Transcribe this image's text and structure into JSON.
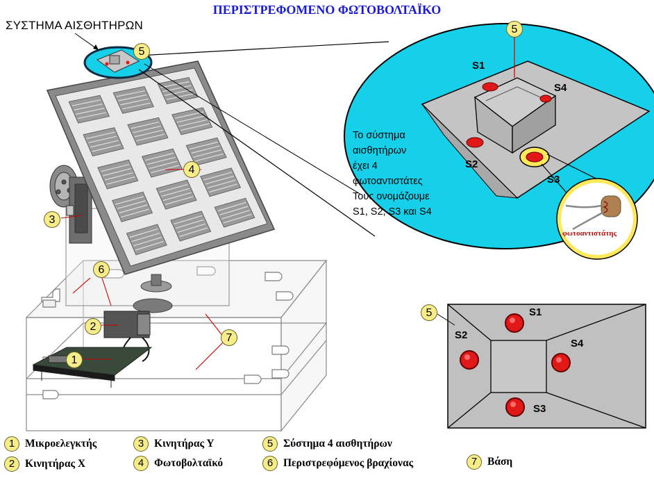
{
  "title": "ΠΕΡΙΣΤΡΕΦΟΜΕΝΟ ΦΩΤΟΒΟΛΤΑΪΚΟ",
  "sensor_system_title": "ΣΥΣΤΗΜΑ ΑΙΣΘΗΤΗΡΩΝ",
  "callouts": {
    "c1": "1",
    "c2": "2",
    "c3": "3",
    "c4": "4",
    "c5": "5",
    "c6": "6",
    "c7": "7"
  },
  "sensors": {
    "s1": "S1",
    "s2": "S2",
    "s3": "S3",
    "s4": "S4"
  },
  "description": [
    "Το σύστημα",
    "αισθητήρων",
    "έχει 4",
    "φωτοαντιστάτες",
    " Τους ονομάζουμε",
    "S1, S2, S3 και S4"
  ],
  "photoresistor_label": "φωτοαντιστάτης",
  "legend": [
    {
      "num": "1",
      "label": "Μικροελεγκτής"
    },
    {
      "num": "2",
      "label": "Κινητήρας Χ"
    },
    {
      "num": "3",
      "label": "Κινητήρας Υ"
    },
    {
      "num": "4",
      "label": "Φωτοβολταϊκό"
    },
    {
      "num": "5",
      "label": "Σύστημα 4 αισθητήρων"
    },
    {
      "num": "6",
      "label": "Περιστρεφόμενος βραχίονας"
    },
    {
      "num": "7",
      "label": "Βάση"
    }
  ],
  "colors": {
    "title": "#1a1ad0",
    "zoom_bg": "#16d0ea",
    "callout_fill": "#f6ec8a",
    "sensor_red": "#e01818",
    "panel_gray": "#c0c0c0"
  }
}
